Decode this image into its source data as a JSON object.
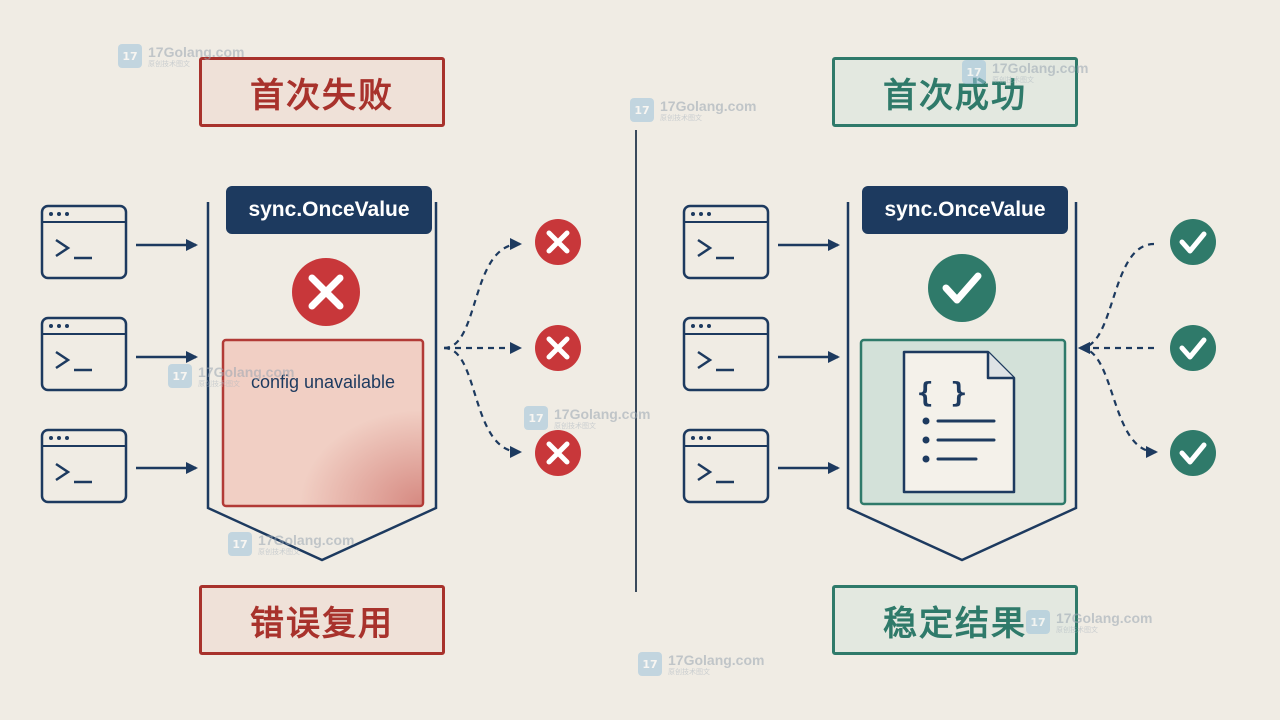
{
  "left_panel": {
    "title": "首次失败",
    "component_label": "sync.OnceValue",
    "result_label": "config unavailable",
    "footer": "错误复用",
    "status": "error",
    "callers": [
      "caller-terminal",
      "caller-terminal",
      "caller-terminal"
    ],
    "outputs": [
      "x-circle-icon",
      "x-circle-icon",
      "x-circle-icon"
    ]
  },
  "right_panel": {
    "title": "首次成功",
    "component_label": "sync.OnceValue",
    "result_icon": "json-document-icon",
    "footer": "稳定结果",
    "status": "success",
    "callers": [
      "caller-terminal",
      "caller-terminal",
      "caller-terminal"
    ],
    "outputs": [
      "check-circle-icon",
      "check-circle-icon",
      "check-circle-icon"
    ]
  },
  "watermark": {
    "name": "17Golang.com",
    "sub": "原创技术图文",
    "logo": "17"
  },
  "colors": {
    "background": "#f0ece4",
    "navy": "#1d3a5f",
    "error_red": "#c8373a",
    "success_green": "#2f7a6a"
  }
}
